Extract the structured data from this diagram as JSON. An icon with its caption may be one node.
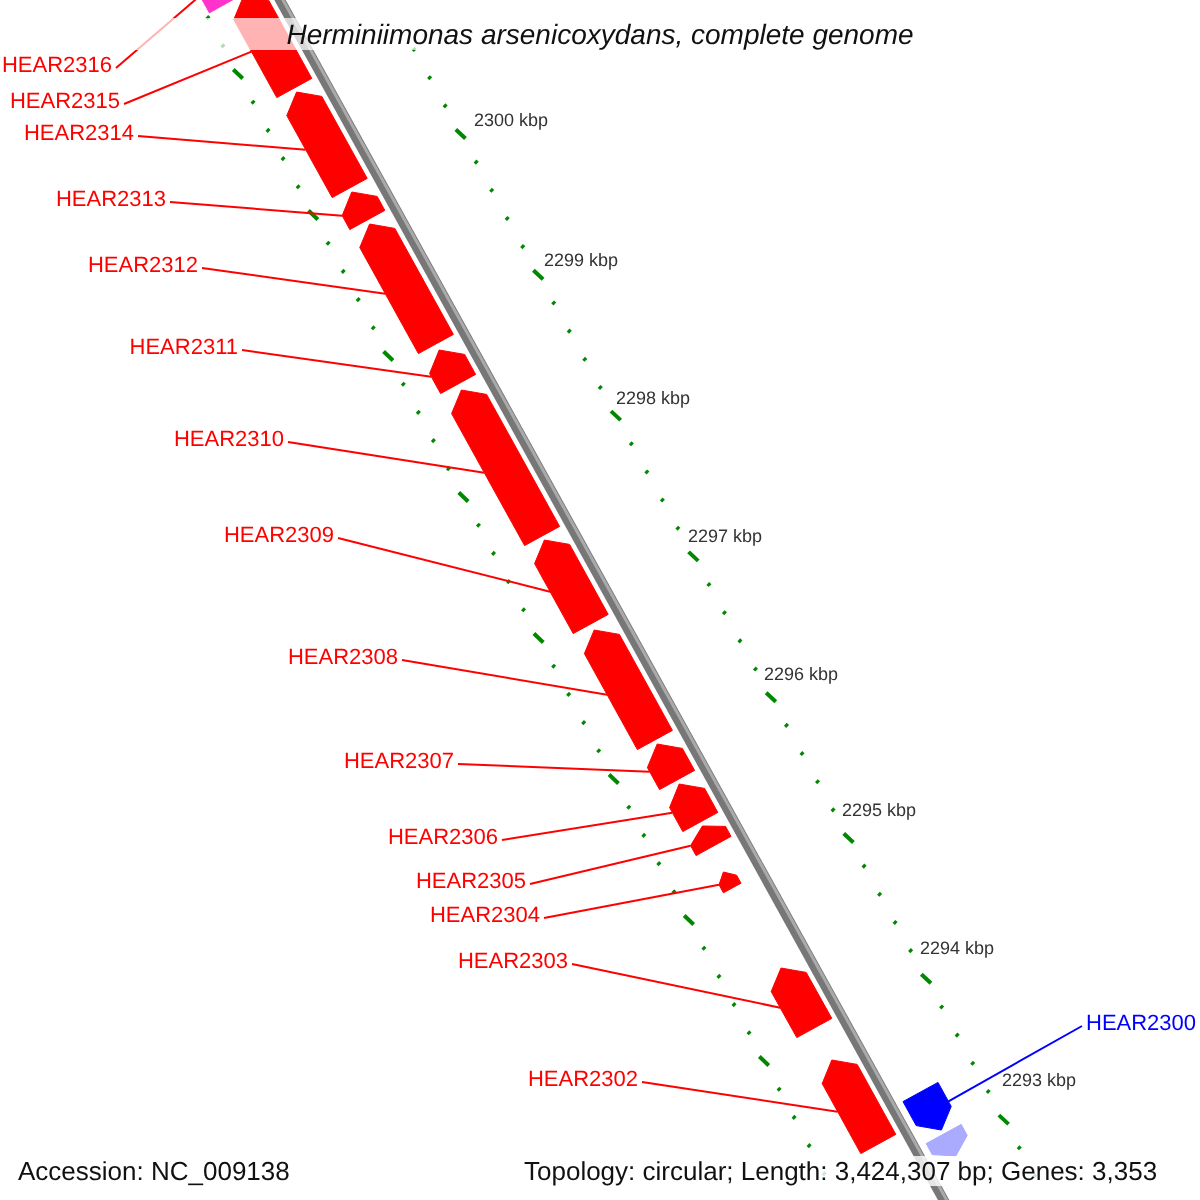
{
  "diagram": {
    "title": "Herminiimonas arsenicoxydans, complete genome",
    "nodes": [
      {
        "text": [
          "HEAR2316"
        ]
      },
      {
        "text": [
          "HEAR2315"
        ]
      },
      {
        "text": [
          "HEAR2314"
        ]
      },
      {
        "text": [
          "HEAR2313"
        ]
      },
      {
        "text": [
          "HEAR2312"
        ]
      },
      {
        "text": [
          "HEAR2311"
        ]
      },
      {
        "text": [
          "HEAR2310"
        ]
      },
      {
        "text": [
          "HEAR2309"
        ]
      },
      {
        "text": [
          "HEAR2308"
        ]
      },
      {
        "text": [
          "HEAR2307"
        ]
      },
      {
        "text": [
          "HEAR2306"
        ]
      },
      {
        "text": [
          "HEAR2305"
        ]
      },
      {
        "text": [
          "HEAR2304"
        ]
      },
      {
        "text": [
          "HEAR2303"
        ]
      },
      {
        "text": [
          "HEAR2302"
        ]
      },
      {
        "text": [
          "HEAR2300"
        ]
      },
      {
        "text": [],
        "shape": "pentagon"
      },
      {
        "text": [],
        "shape": "pentagon"
      },
      {
        "text": [],
        "shape": "pentagon"
      },
      {
        "text": [],
        "shape": "pentagon"
      },
      {
        "text": [],
        "shape": "pentagon"
      },
      {
        "text": [],
        "shape": "pentagon"
      },
      {
        "text": [],
        "shape": "pentagon"
      },
      {
        "text": [],
        "shape": "pentagon"
      },
      {
        "text": [],
        "shape": "pentagon"
      },
      {
        "text": [],
        "shape": "pentagon"
      },
      {
        "text": [],
        "shape": "pentagon"
      },
      {
        "text": [],
        "shape": "pentagon"
      },
      {
        "text": [],
        "shape": "pentagon"
      },
      {
        "text": [],
        "shape": "pentagon"
      },
      {
        "text": [],
        "shape": "pentagon"
      },
      {
        "text": [],
        "shape": "pentagon"
      },
      {
        "text": [],
        "shape": "pentagon"
      }
    ],
    "edges": [
      {
        "from": 0,
        "to": 16,
        "arrow": "none"
      },
      {
        "from": 1,
        "to": 17,
        "arrow": "none"
      },
      {
        "from": 2,
        "to": 18,
        "arrow": "none"
      },
      {
        "from": 3,
        "to": 19,
        "arrow": "none"
      },
      {
        "from": 4,
        "to": 20,
        "arrow": "none"
      },
      {
        "from": 5,
        "to": 21,
        "arrow": "none"
      },
      {
        "from": 6,
        "to": 22,
        "arrow": "none"
      },
      {
        "from": 7,
        "to": 23,
        "arrow": "none"
      },
      {
        "from": 8,
        "to": 24,
        "arrow": "none"
      },
      {
        "from": 9,
        "to": 25,
        "arrow": "none"
      },
      {
        "from": 10,
        "to": 26,
        "arrow": "none"
      },
      {
        "from": 11,
        "to": 27,
        "arrow": "none"
      },
      {
        "from": 12,
        "to": 28,
        "arrow": "none"
      },
      {
        "from": 13,
        "to": 29,
        "arrow": "none"
      },
      {
        "from": 14,
        "to": 30,
        "arrow": "none"
      },
      {
        "from": 15,
        "to": 31,
        "arrow": "none",
        "color": "#0000ff"
      }
    ],
    "labels": [
      "2300 kbp",
      "2299 kbp",
      "2298 kbp",
      "2297 kbp",
      "2296 kbp",
      "2295 kbp",
      "2294 kbp",
      "2293 kbp",
      "Accession: NC_009138",
      "Topology: circular; Length: 3,424,307 bp; Genes: 3,353"
    ]
  }
}
